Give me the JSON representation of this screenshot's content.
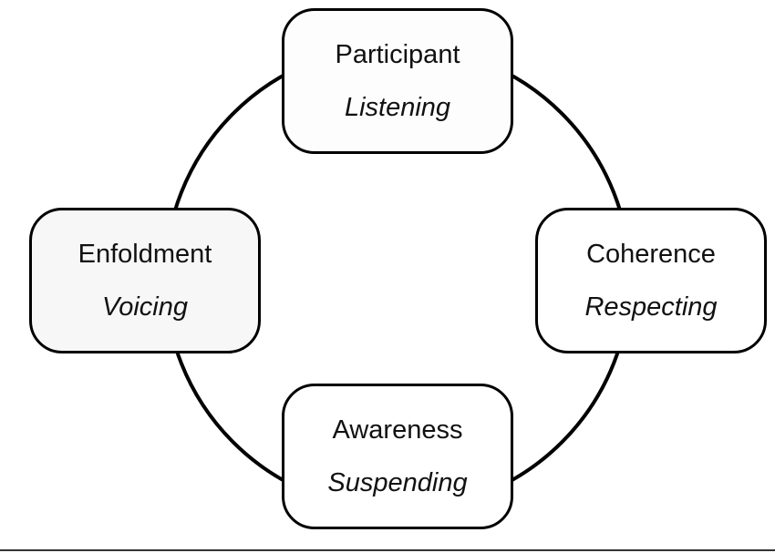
{
  "nodes": {
    "top": {
      "concept": "Participant",
      "practice": "Listening"
    },
    "right": {
      "concept": "Coherence",
      "practice": "Respecting"
    },
    "bottom": {
      "concept": "Awareness",
      "practice": "Suspending"
    },
    "left": {
      "concept": "Enfoldment",
      "practice": "Voicing"
    }
  },
  "colors": {
    "stroke": "#000000",
    "text": "#111111",
    "background": "#ffffff"
  }
}
